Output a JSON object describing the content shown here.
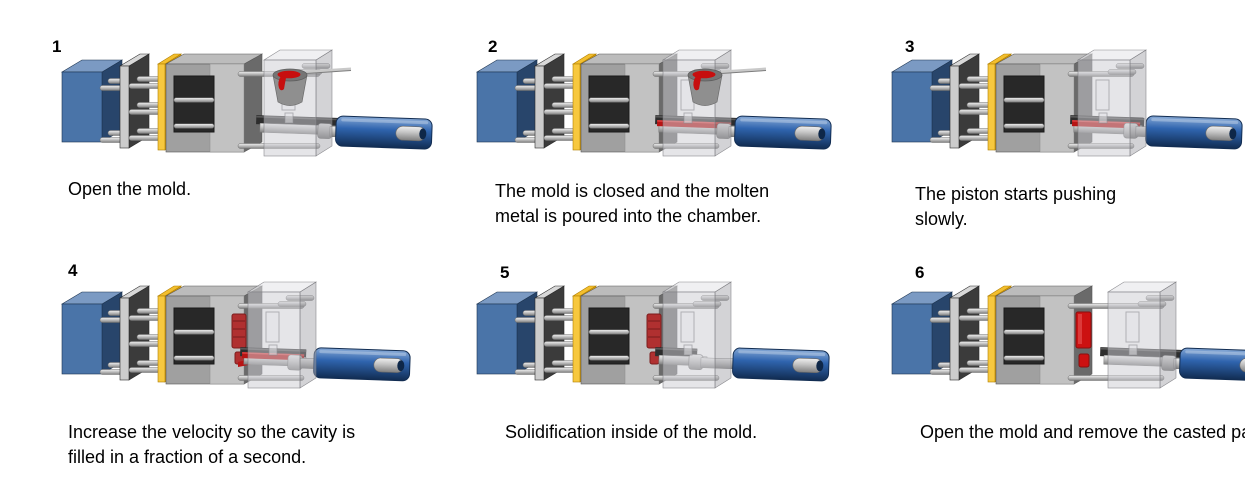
{
  "figure": {
    "background": "#ffffff"
  },
  "colors": {
    "accent_blue": "#4a74a8",
    "cylinder_blue": "#2f64ae",
    "yellow_plate": "#eba800",
    "molten_red": "#b81414",
    "cast_red": "#cc1111",
    "machine_gray": "#a0a0a0",
    "dark_plate": "#3b3b3b"
  },
  "steps": [
    {
      "number": "1",
      "caption_lines": [
        "Open the mold."
      ],
      "scene": {
        "mold_open": true,
        "ladle": true,
        "metal_in_chamber": false,
        "cast_part": "none",
        "piston": "rest"
      }
    },
    {
      "number": "2",
      "caption_lines": [
        "The mold is closed and the molten",
        "metal is poured into the chamber."
      ],
      "scene": {
        "mold_open": false,
        "ladle": true,
        "metal_in_chamber": true,
        "cast_part": "none",
        "piston": "rest"
      }
    },
    {
      "number": "3",
      "caption_lines": [
        "The piston starts pushing",
        "slowly."
      ],
      "scene": {
        "mold_open": false,
        "ladle": false,
        "metal_in_chamber": true,
        "cast_part": "none",
        "piston": "slow"
      }
    },
    {
      "number": "4",
      "caption_lines": [
        "Increase the velocity so the cavity is",
        "filled in a fraction of a second."
      ],
      "scene": {
        "mold_open": false,
        "ladle": false,
        "metal_in_chamber": true,
        "cast_part": "filling",
        "piston": "fast"
      }
    },
    {
      "number": "5",
      "caption_lines": [
        "Solidification inside of the mold."
      ],
      "scene": {
        "mold_open": false,
        "ladle": false,
        "metal_in_chamber": false,
        "cast_part": "solid",
        "piston": "full"
      }
    },
    {
      "number": "6",
      "caption_lines": [
        "Open the mold and remove the casted part."
      ],
      "scene": {
        "mold_open": true,
        "ladle": false,
        "metal_in_chamber": false,
        "cast_part": "exposed",
        "piston": "rest"
      }
    }
  ]
}
